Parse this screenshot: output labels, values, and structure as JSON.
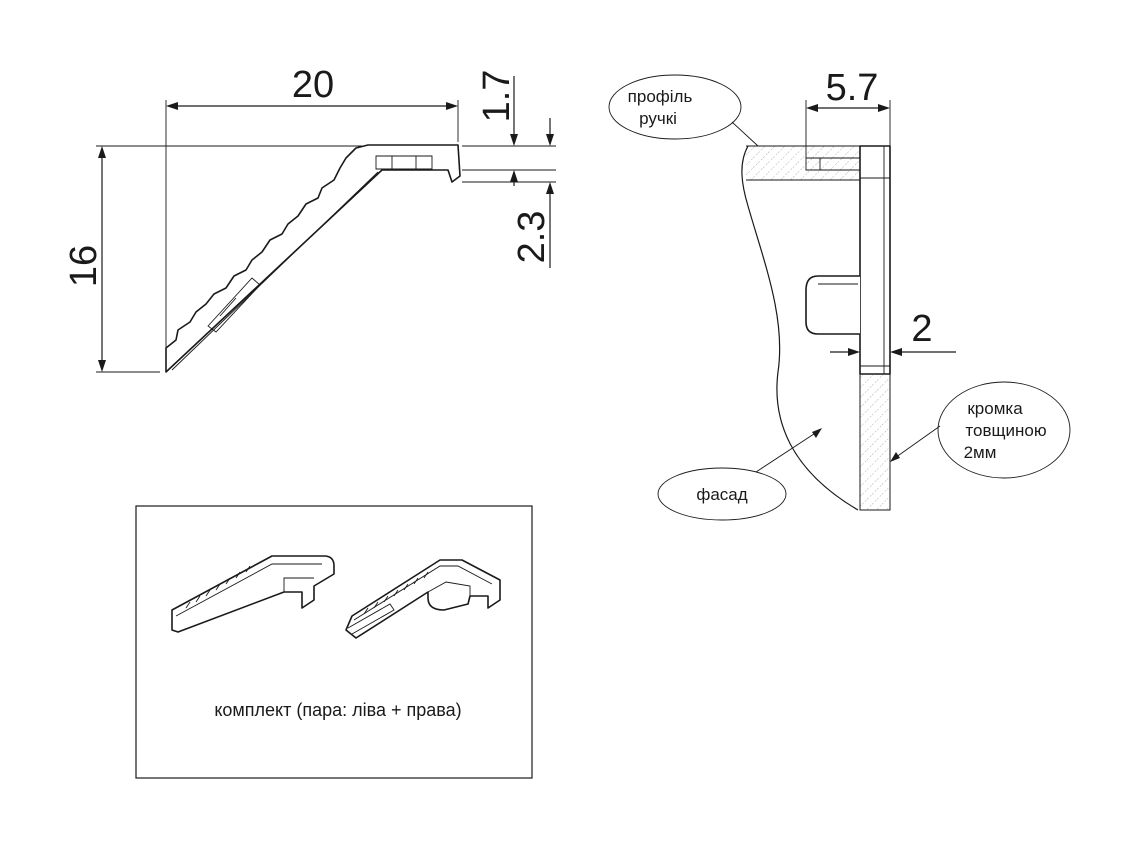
{
  "dimensions": {
    "width": "20",
    "height": "16",
    "top_thickness": "1.7",
    "hook_height": "2.3",
    "profile_depth": "5.7",
    "edge_thickness": "2"
  },
  "callouts": {
    "handle_profile": [
      "профіль",
      "ручкі"
    ],
    "facade": "фасад",
    "edge": [
      "кромка",
      "товщиною",
      "2мм"
    ]
  },
  "kit": {
    "caption": "комплект (пара: ліва + права)"
  }
}
